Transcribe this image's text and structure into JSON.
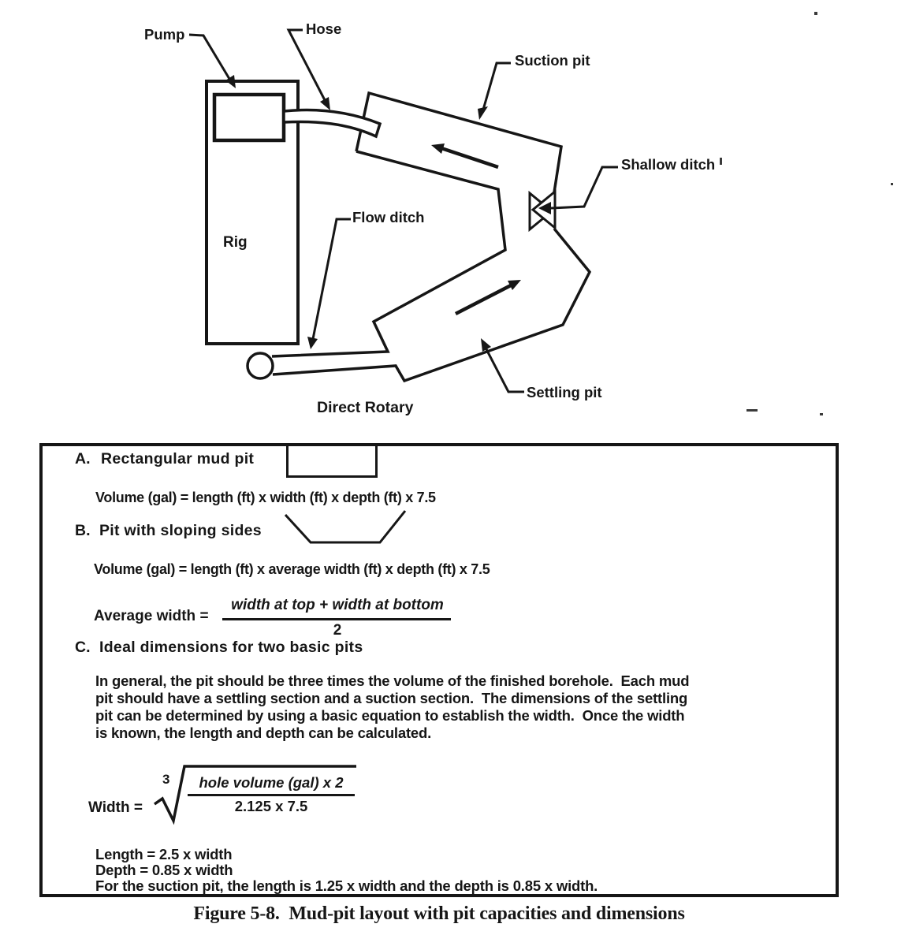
{
  "colors": {
    "ink": "#161616",
    "paper": "#ffffff"
  },
  "diagram": {
    "caption": "Direct Rotary",
    "labels": {
      "pump": "Pump",
      "hose": "Hose",
      "suction_pit": "Suction pit",
      "shallow_ditch": "Shallow ditch",
      "rig": "Rig",
      "flow_ditch": "Flow ditch",
      "settling_pit": "Settling pit"
    }
  },
  "panel": {
    "a": {
      "letter": "A.",
      "title": "Rectangular mud pit",
      "formula": "Volume (gal) = length (ft) x width (ft) x depth (ft) x 7.5"
    },
    "b": {
      "letter": "B.",
      "title": "Pit with sloping sides",
      "formula": "Volume (gal) = length (ft) x average width (ft) x depth (ft) x 7.5",
      "avg_label": "Average width =",
      "avg_numerator": "width at top + width at bottom",
      "avg_denominator": "2"
    },
    "c": {
      "letter": "C.",
      "title": "Ideal dimensions for two basic pits",
      "paragraph_lines": [
        "In general, the pit should be three times the volume of the finished borehole.  Each mud",
        "pit should have a settling section and a suction section.  The dimensions of the settling",
        "pit can be determined by using a basic equation to establish the width.  Once the width",
        "is known, the length and depth can be calculated."
      ],
      "width_label": "Width =",
      "root_index": "3",
      "root_numerator": "hole volume (gal) x 2",
      "root_denominator": "2.125 x 7.5",
      "length_eq": "Length = 2.5 x width",
      "depth_eq": "Depth = 0.85 x width",
      "suction_note": "For the suction pit, the length is 1.25 x width and the depth is 0.85 x width."
    }
  },
  "figure_caption": "Figure 5-8.  Mud-pit layout with pit capacities and dimensions"
}
